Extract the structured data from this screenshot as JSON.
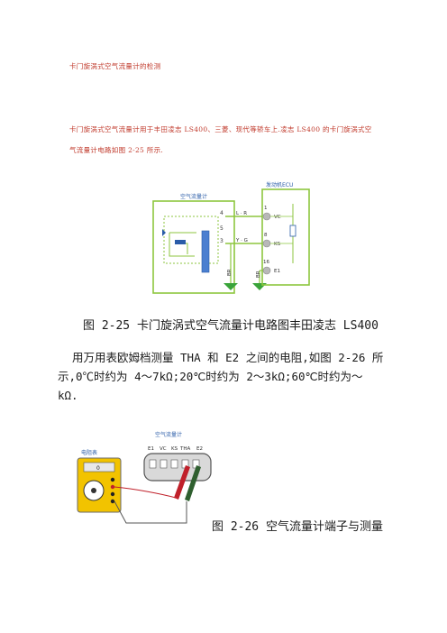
{
  "doc": {
    "title": "卡门旋涡式空气流量计的检测",
    "intro_line1": "卡门旋涡式空气流量计用于丰田凌志 LS400、三菱、现代等轿车上.凌志 LS400 的卡门旋涡式空",
    "intro_line2": "气流量计电路如图 2-25 所示.",
    "caption1": "图 2-25 卡门旋涡式空气流量计电路图丰田凌志 LS400",
    "para_line1": "用万用表欧姆档测量 THA 和 E2 之间的电阻,如图 2-26 所",
    "para_line2": "示,0℃时约为 4～7kΩ;20℃时约为 2～3kΩ;60℃时约为～",
    "para_line3": "kΩ.",
    "caption2": "图 2-26 空气流量计端子与测量"
  },
  "fig1": {
    "meter_label": "空气流量计",
    "ecu_label": "发动机ECU",
    "pin4": "4",
    "pin5": "5",
    "pin3": "3",
    "wire_lr": "L · R",
    "wire_yg": "Y · G",
    "ecu_pin1": "1",
    "ecu_pin8": "8",
    "ecu_pin16": "16",
    "vc": "VC",
    "ks": "KS",
    "e1": "E1",
    "br1": "BR",
    "br2": "BR"
  },
  "fig2": {
    "ohmmeter_label": "电阻表",
    "meter_display": "0",
    "flow_label": "空气流量计",
    "t_e1": "E1",
    "t_vc": "VC",
    "t_ks": "KS",
    "t_tha": "THA",
    "t_e2": "E2"
  },
  "colors": {
    "title_red": "#c0392b",
    "diagram_green": "#8dc63f",
    "ground_green": "#3aa43a",
    "diagram_blue": "#2a5ca8",
    "meter_yellow": "#f2c300",
    "probe_red": "#c0202a"
  }
}
